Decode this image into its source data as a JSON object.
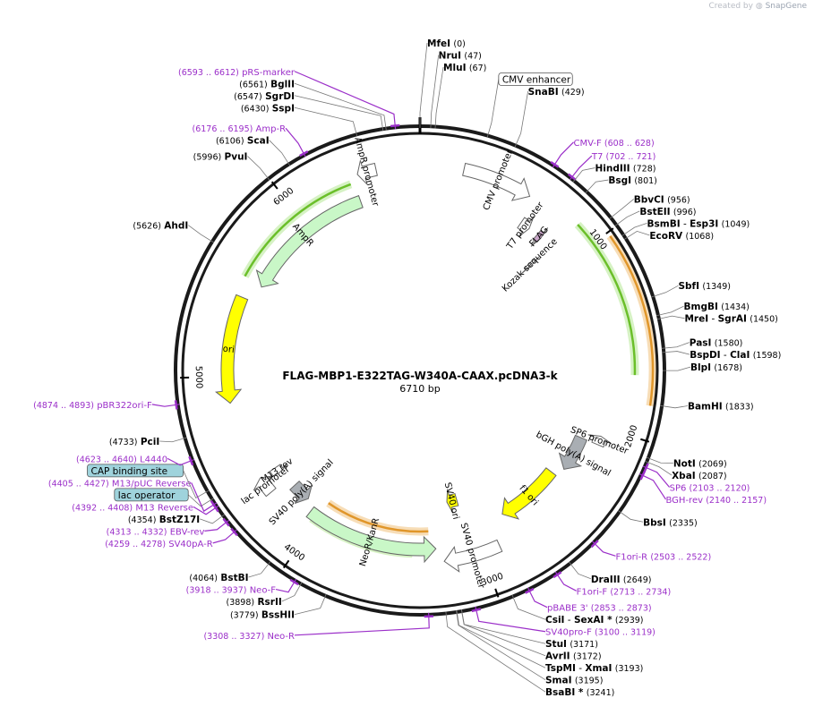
{
  "credit": {
    "created_by": "Created by",
    "brand": "SnapGene"
  },
  "plasmid": {
    "name": "FLAG-MBP1-E322TAG-W340A-CAAX.pcDNA3-k",
    "length": "6710 bp",
    "total_bp": 6710
  },
  "ticks": [
    "1000",
    "2000",
    "3000",
    "4000",
    "5000",
    "6000"
  ],
  "colors": {
    "enzyme": "#000000",
    "primer": "#9b2fc9",
    "ring": "#1a1a1a",
    "leader": "#777777"
  },
  "sites": [
    {
      "bp": 0,
      "name": "MfeI",
      "num": "(0)",
      "kind": "enzyme",
      "side": "top"
    },
    {
      "bp": 47,
      "name": "NruI",
      "num": "(47)",
      "kind": "enzyme",
      "side": "top"
    },
    {
      "bp": 67,
      "name": "MluI",
      "num": "(67)",
      "kind": "enzyme",
      "side": "top"
    },
    {
      "bp": 300,
      "name": "CMV enhancer",
      "num": "",
      "kind": "boxed",
      "side": "top"
    },
    {
      "bp": 429,
      "name": "SnaBI",
      "num": "(429)",
      "kind": "enzyme",
      "side": "top"
    },
    {
      "bp": 618,
      "name": "CMV-F",
      "num": "(608 .. 628)",
      "kind": "primer",
      "side": "right"
    },
    {
      "bp": 711,
      "name": "T7",
      "num": "(702 .. 721)",
      "kind": "primer",
      "side": "right"
    },
    {
      "bp": 728,
      "name": "HindIII",
      "num": "(728)",
      "kind": "enzyme",
      "side": "right"
    },
    {
      "bp": 801,
      "name": "BsgI",
      "num": "(801)",
      "kind": "enzyme",
      "side": "right"
    },
    {
      "bp": 956,
      "name": "BbvCI",
      "num": "(956)",
      "kind": "enzyme",
      "side": "right"
    },
    {
      "bp": 996,
      "name": "BstEII",
      "num": "(996)",
      "kind": "enzyme",
      "side": "right"
    },
    {
      "bp": 1049,
      "name": "BsmBI",
      "num": "",
      "kind": "enzyme",
      "side": "right",
      "name2": "Esp3I",
      "num2": "(1049)"
    },
    {
      "bp": 1068,
      "name": "EcoRV",
      "num": "(1068)",
      "kind": "enzyme",
      "side": "right"
    },
    {
      "bp": 1349,
      "name": "SbfI",
      "num": "(1349)",
      "kind": "enzyme",
      "side": "right"
    },
    {
      "bp": 1434,
      "name": "BmgBI",
      "num": "(1434)",
      "kind": "enzyme",
      "side": "right"
    },
    {
      "bp": 1450,
      "name": "MreI",
      "num": "",
      "kind": "enzyme",
      "side": "right",
      "name2": "SgrAI",
      "num2": "(1450)"
    },
    {
      "bp": 1580,
      "name": "PasI",
      "num": "(1580)",
      "kind": "enzyme",
      "side": "right"
    },
    {
      "bp": 1598,
      "name": "BspDI",
      "num": "",
      "kind": "enzyme",
      "side": "right",
      "name2": "ClaI",
      "num2": "(1598)"
    },
    {
      "bp": 1678,
      "name": "BlpI",
      "num": "(1678)",
      "kind": "enzyme",
      "side": "right"
    },
    {
      "bp": 1833,
      "name": "BamHI",
      "num": "(1833)",
      "kind": "enzyme",
      "side": "right"
    },
    {
      "bp": 2069,
      "name": "NotI",
      "num": "(2069)",
      "kind": "enzyme",
      "side": "right"
    },
    {
      "bp": 2087,
      "name": "XbaI",
      "num": "(2087)",
      "kind": "enzyme",
      "side": "right"
    },
    {
      "bp": 2111,
      "name": "SP6",
      "num": "(2103 .. 2120)",
      "kind": "primer",
      "side": "right"
    },
    {
      "bp": 2148,
      "name": "BGH-rev",
      "num": "(2140 .. 2157)",
      "kind": "primer",
      "side": "right"
    },
    {
      "bp": 2335,
      "name": "BbsI",
      "num": "(2335)",
      "kind": "enzyme",
      "side": "right"
    },
    {
      "bp": 2512,
      "name": "F1ori-R",
      "num": "(2503 .. 2522)",
      "kind": "primer",
      "side": "right"
    },
    {
      "bp": 2649,
      "name": "DraIII",
      "num": "(2649)",
      "kind": "enzyme",
      "side": "right"
    },
    {
      "bp": 2723,
      "name": "F1ori-F",
      "num": "(2713 .. 2734)",
      "kind": "primer",
      "side": "right"
    },
    {
      "bp": 2863,
      "name": "pBABE 3'",
      "num": "(2853 .. 2873)",
      "kind": "primer",
      "side": "right"
    },
    {
      "bp": 2939,
      "name": "CsiI",
      "num": "",
      "kind": "enzyme",
      "side": "right",
      "name2": "SexAI *",
      "num2": "(2939)"
    },
    {
      "bp": 3109,
      "name": "SV40pro-F",
      "num": "(3100 .. 3119)",
      "kind": "primer",
      "side": "right"
    },
    {
      "bp": 3171,
      "name": "StuI",
      "num": "(3171)",
      "kind": "enzyme",
      "side": "right"
    },
    {
      "bp": 3172,
      "name": "AvrII",
      "num": "(3172)",
      "kind": "enzyme",
      "side": "right"
    },
    {
      "bp": 3193,
      "name": "TspMI",
      "num": "",
      "kind": "enzyme",
      "side": "right",
      "name2": "XmaI",
      "num2": "(3193)"
    },
    {
      "bp": 3195,
      "name": "SmaI",
      "num": "(3195)",
      "kind": "enzyme",
      "side": "right"
    },
    {
      "bp": 3241,
      "name": "BsaBI *",
      "num": "(3241)",
      "kind": "enzyme",
      "side": "right"
    },
    {
      "bp": 3317,
      "name": "Neo-R",
      "num": "(3308 .. 3327)",
      "kind": "primer",
      "side": "left"
    },
    {
      "bp": 3779,
      "name": "BssHII",
      "num": "(3779)",
      "kind": "enzyme",
      "side": "left"
    },
    {
      "bp": 3898,
      "name": "RsrII",
      "num": "(3898)",
      "kind": "enzyme",
      "side": "left"
    },
    {
      "bp": 3927,
      "name": "Neo-F",
      "num": "(3918 .. 3937)",
      "kind": "primer",
      "side": "left"
    },
    {
      "bp": 4064,
      "name": "BstBI",
      "num": "(4064)",
      "kind": "enzyme",
      "side": "left"
    },
    {
      "bp": 4268,
      "name": "SV40pA-R",
      "num": "(4259 .. 4278)",
      "kind": "primer",
      "side": "left"
    },
    {
      "bp": 4322,
      "name": "EBV-rev",
      "num": "(4313 .. 4332)",
      "kind": "primer",
      "side": "left"
    },
    {
      "bp": 4354,
      "name": "BstZ17I",
      "num": "(4354)",
      "kind": "enzyme",
      "side": "left"
    },
    {
      "bp": 4400,
      "name": "M13 Reverse",
      "num": "(4392 .. 4408)",
      "kind": "primer",
      "side": "left"
    },
    {
      "bp": 4440,
      "name": "lac operator",
      "num": "",
      "kind": "feature-box",
      "side": "left"
    },
    {
      "bp": 4416,
      "name": "M13/pUC Reverse",
      "num": "(4405 .. 4427)",
      "kind": "primer",
      "side": "left"
    },
    {
      "bp": 4480,
      "name": "CAP binding site",
      "num": "",
      "kind": "feature-box",
      "side": "left"
    },
    {
      "bp": 4631,
      "name": "L4440",
      "num": "(4623 .. 4640)",
      "kind": "primer",
      "side": "left"
    },
    {
      "bp": 4733,
      "name": "PciI",
      "num": "(4733)",
      "kind": "enzyme",
      "side": "left"
    },
    {
      "bp": 4883,
      "name": "pBR322ori-F",
      "num": "(4874 .. 4893)",
      "kind": "primer",
      "side": "left"
    },
    {
      "bp": 5626,
      "name": "AhdI",
      "num": "(5626)",
      "kind": "enzyme",
      "side": "left"
    },
    {
      "bp": 5996,
      "name": "PvuI",
      "num": "(5996)",
      "kind": "enzyme",
      "side": "left"
    },
    {
      "bp": 6106,
      "name": "ScaI",
      "num": "(6106)",
      "kind": "enzyme",
      "side": "left"
    },
    {
      "bp": 6185,
      "name": "Amp-R",
      "num": "(6176 .. 6195)",
      "kind": "primer",
      "side": "left"
    },
    {
      "bp": 6430,
      "name": "SspI",
      "num": "(6430)",
      "kind": "enzyme",
      "side": "left"
    },
    {
      "bp": 6547,
      "name": "SgrDI",
      "num": "(6547)",
      "kind": "enzyme",
      "side": "left"
    },
    {
      "bp": 6561,
      "name": "BglII",
      "num": "(6561)",
      "kind": "enzyme",
      "side": "left"
    },
    {
      "bp": 6602,
      "name": "pRS-marker",
      "num": "(6593 .. 6612)",
      "kind": "primer",
      "side": "left"
    }
  ],
  "features": [
    {
      "name": "CMV promoter",
      "start": 230,
      "end": 600,
      "dir": 1,
      "color": "#ffffff",
      "r": 230
    },
    {
      "name": "T7 promoter",
      "start": 640,
      "end": 700,
      "dir": 1,
      "color": "#ffffff",
      "r": 200
    },
    {
      "name": "FLAG",
      "start": 760,
      "end": 790,
      "dir": 1,
      "color": "#c9a5c9",
      "r": 200
    },
    {
      "name": "Kozak sequence",
      "start": 850,
      "end": 870,
      "dir": 1,
      "color": "#ffffff",
      "r": 170
    },
    {
      "name": "bGH poly(A) signal",
      "start": 2100,
      "end": 2320,
      "dir": 1,
      "color": "#a9aeb3",
      "r": 195
    },
    {
      "name": "SP6 promoter",
      "start": 2050,
      "end": 2100,
      "dir": -1,
      "color": "#ffffff",
      "r": 215
    },
    {
      "name": "f1 ori",
      "start": 2380,
      "end": 2800,
      "dir": 1,
      "color": "#ffff00",
      "r": 185
    },
    {
      "name": "SV40 promoter",
      "start": 2900,
      "end": 3220,
      "dir": 1,
      "color": "#ffffff",
      "r": 215
    },
    {
      "name": "SV40 ori",
      "start": 3060,
      "end": 3140,
      "dir": 1,
      "color": "#ffff00",
      "r": 150
    },
    {
      "name": "NeoR/KanR",
      "start": 3260,
      "end": 4060,
      "dir": -1,
      "color": "#c9f7c7",
      "r": 200
    },
    {
      "name": "SV40 poly(A) signal",
      "start": 4120,
      "end": 4240,
      "dir": -1,
      "color": "#a9aeb3",
      "r": 190
    },
    {
      "name": "lac promoter",
      "start": 4300,
      "end": 4400,
      "dir": 1,
      "color": "#ffffff",
      "r": 215
    },
    {
      "name": "M13 rev",
      "start": 4360,
      "end": 4400,
      "dir": -1,
      "color": "#ffffff",
      "r": 195
    },
    {
      "name": "ori",
      "start": 4850,
      "end": 5450,
      "dir": -1,
      "color": "#ffff00",
      "r": 215
    },
    {
      "name": "AmpR",
      "start": 5550,
      "end": 6350,
      "dir": -1,
      "color": "#c9f7c7",
      "r": 200
    },
    {
      "name": "AmpR promoter",
      "start": 6380,
      "end": 6480,
      "dir": -1,
      "color": "#ffffff",
      "r": 230
    }
  ],
  "highlights": [
    {
      "start": 880,
      "end": 1700,
      "kind": "green",
      "r": 240
    },
    {
      "start": 1020,
      "end": 1840,
      "kind": "orange",
      "r": 260
    },
    {
      "start": 3300,
      "end": 4000,
      "kind": "orange",
      "r": 180
    },
    {
      "start": 3400,
      "end": 4030,
      "kind": "green",
      "r": 205
    },
    {
      "start": 5560,
      "end": 6330,
      "kind": "green",
      "r": 222
    }
  ]
}
